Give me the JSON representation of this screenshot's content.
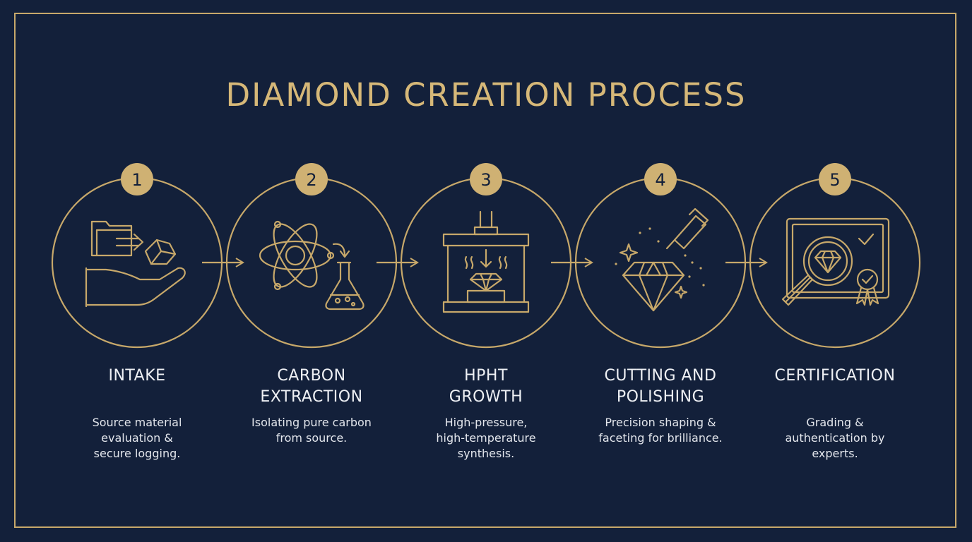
{
  "title": "DIAMOND CREATION PROCESS",
  "colors": {
    "background": "#13203a",
    "gold": "#c7a86a",
    "text": "#eef0f4"
  },
  "steps": [
    {
      "number": "1",
      "icon": "intake-icon",
      "title_lines": [
        "INTAKE"
      ],
      "desc_lines": [
        "Source material",
        "evaluation &",
        "secure logging."
      ]
    },
    {
      "number": "2",
      "icon": "atom-flask-icon",
      "title_lines": [
        "CARBON",
        "EXTRACTION"
      ],
      "desc_lines": [
        "Isolating pure carbon",
        "from source."
      ]
    },
    {
      "number": "3",
      "icon": "press-icon",
      "title_lines": [
        "HPHT",
        "GROWTH"
      ],
      "desc_lines": [
        "High-pressure,",
        "high-temperature",
        "synthesis."
      ]
    },
    {
      "number": "4",
      "icon": "diamond-cutting-icon",
      "title_lines": [
        "CUTTING AND",
        "POLISHING"
      ],
      "desc_lines": [
        "Precision shaping &",
        "faceting for brilliance."
      ]
    },
    {
      "number": "5",
      "icon": "certificate-icon",
      "title_lines": [
        "CERTIFICATION"
      ],
      "desc_lines": [
        "Grading &",
        "authentication by",
        "experts."
      ]
    }
  ]
}
